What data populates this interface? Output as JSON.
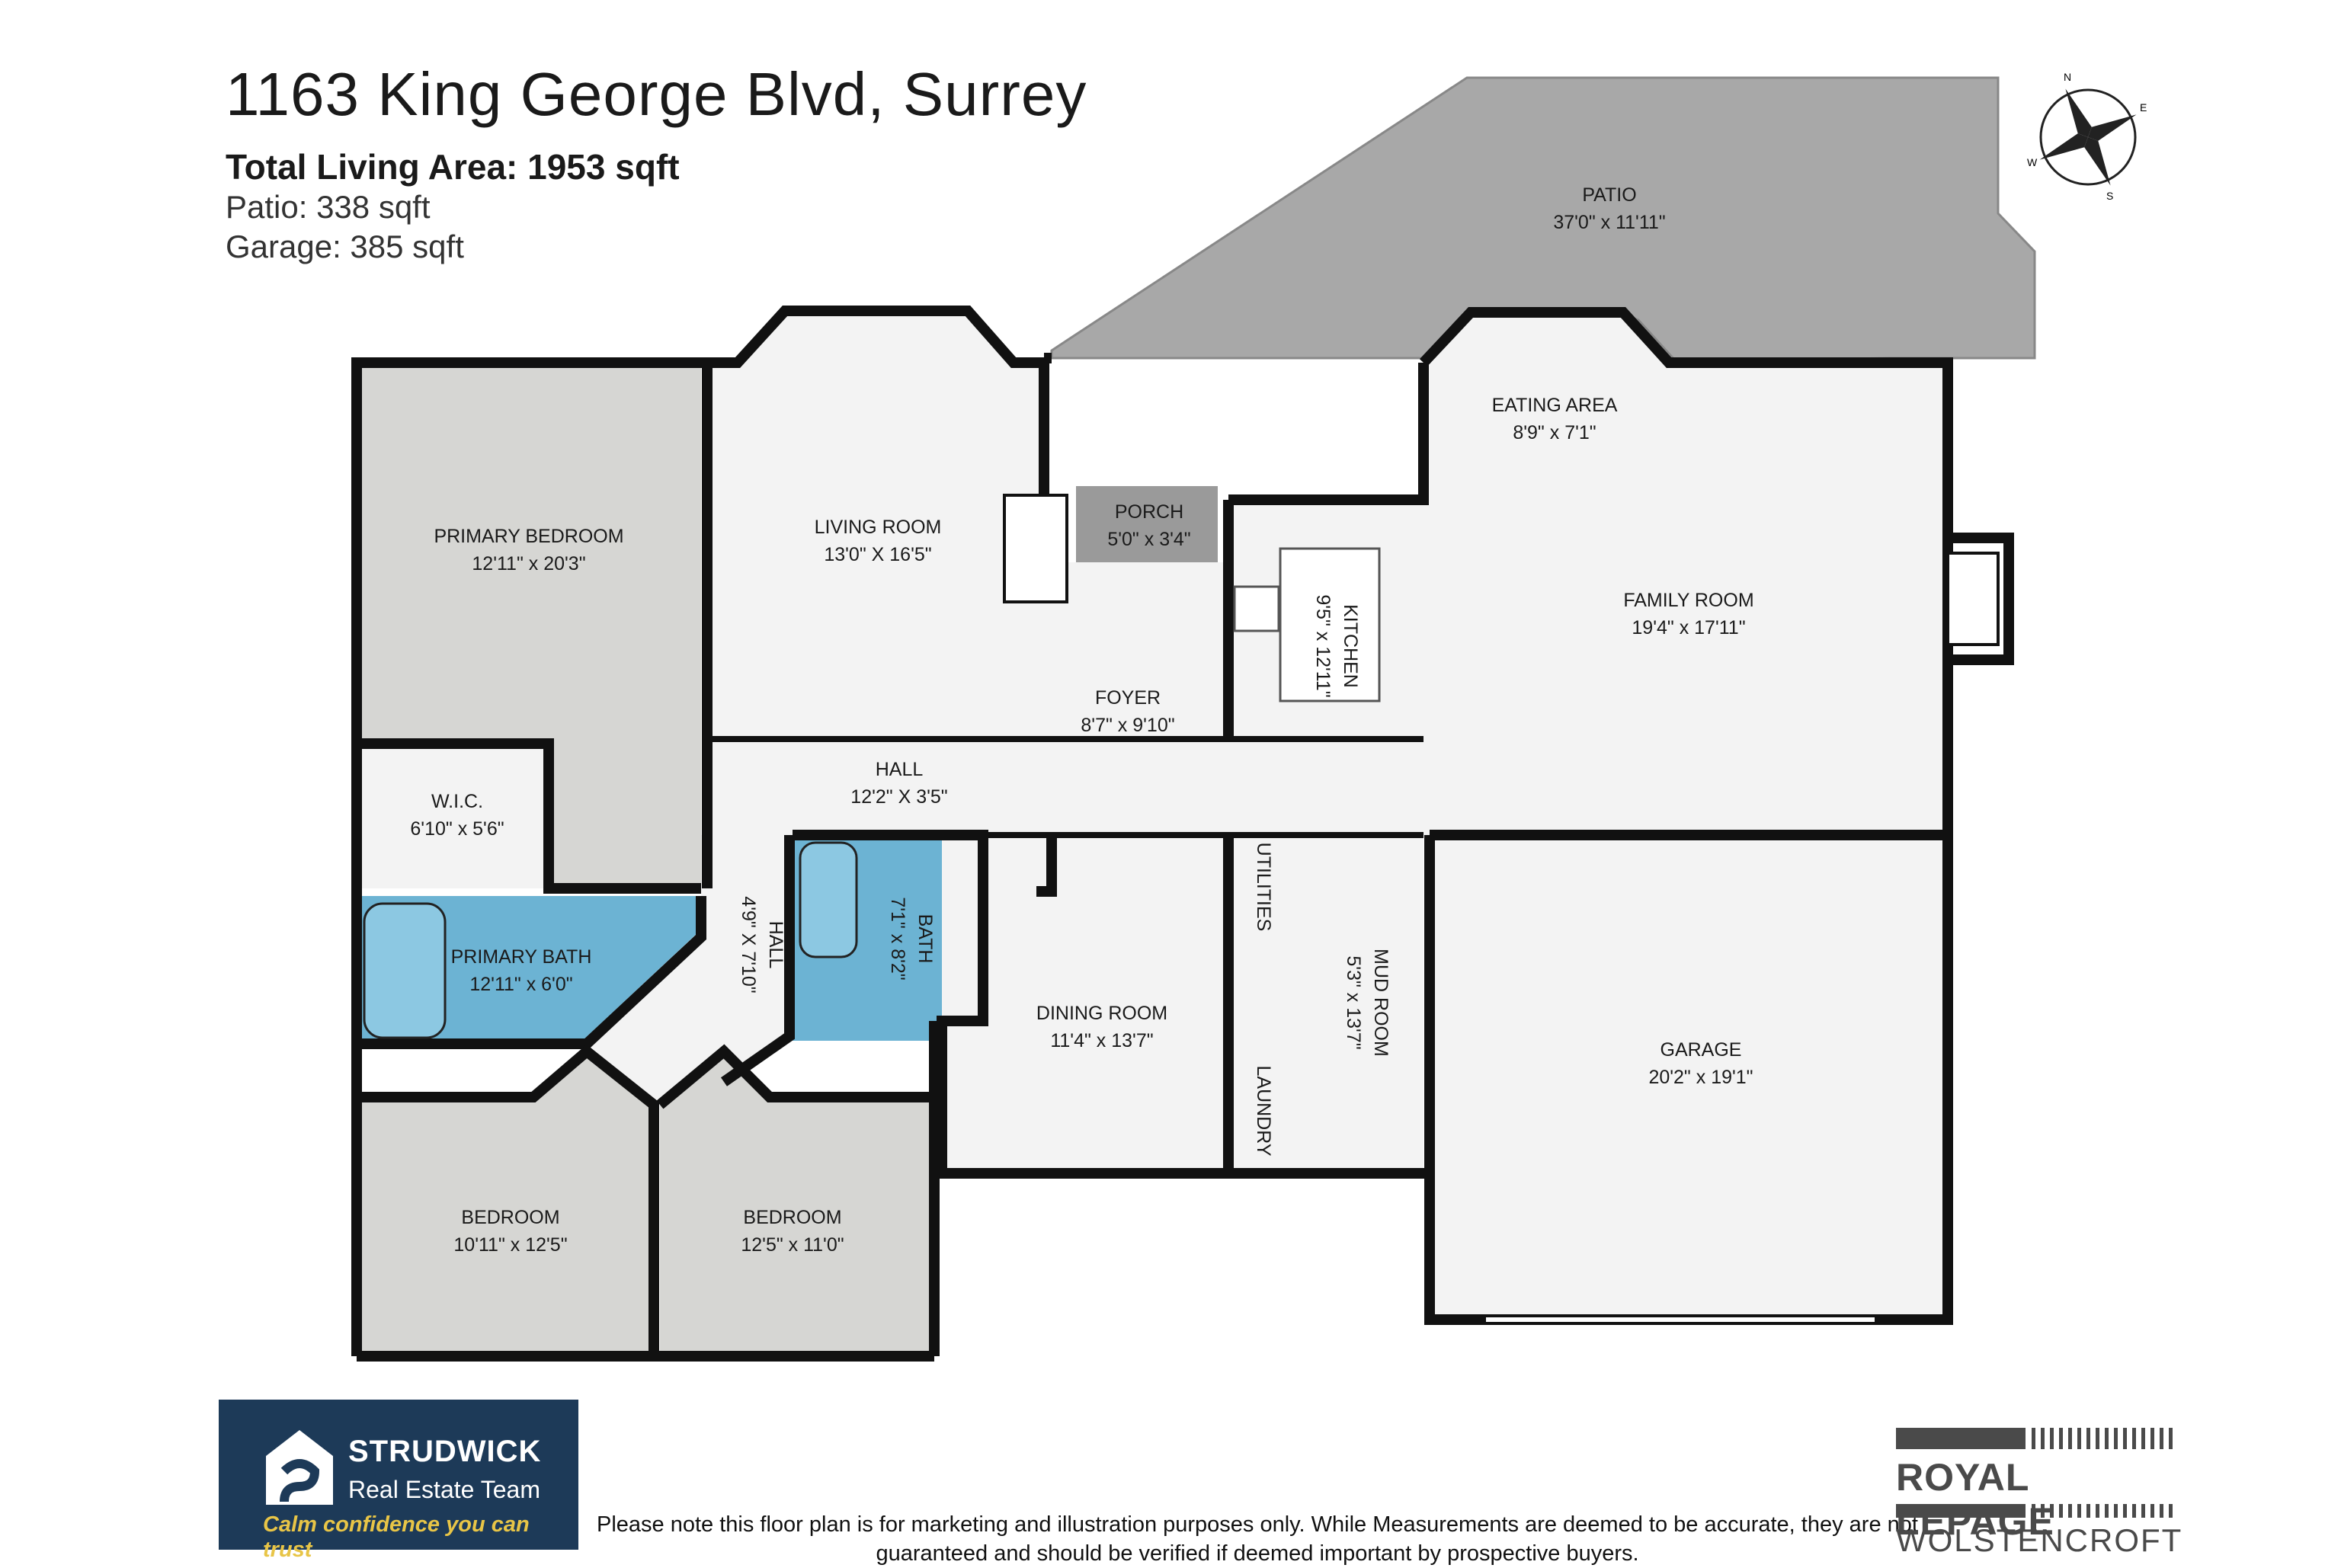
{
  "header": {
    "address": "1163 King George Blvd, Surrey",
    "total_area": "Total Living Area: 1953 sqft",
    "patio_area": "Patio: 338 sqft",
    "garage_area": "Garage: 385 sqft"
  },
  "compass": {
    "n": "N",
    "e": "E",
    "s": "S",
    "w": "W"
  },
  "rooms": {
    "patio": {
      "name": "PATIO",
      "dims": "37'0\" x 11'11\""
    },
    "primary_bedroom": {
      "name": "PRIMARY BEDROOM",
      "dims": "12'11\" x 20'3\""
    },
    "living_room": {
      "name": "LIVING ROOM",
      "dims": "13'0\" X 16'5\""
    },
    "porch": {
      "name": "PORCH",
      "dims": "5'0\" x 3'4\""
    },
    "kitchen": {
      "name": "KITCHEN",
      "dims": "9'5\" x 12'11\""
    },
    "eating_area": {
      "name": "EATING AREA",
      "dims": "8'9\" x 7'1\""
    },
    "family_room": {
      "name": "FAMILY ROOM",
      "dims": "19'4\" x 17'11\""
    },
    "foyer": {
      "name": "FOYER",
      "dims": "8'7\" x 9'10\""
    },
    "hall_main": {
      "name": "HALL",
      "dims": "12'2\" X 3'5\""
    },
    "wic": {
      "name": "W.I.C.",
      "dims": "6'10\" x 5'6\""
    },
    "hall_side": {
      "name": "HALL",
      "dims": "4'9\" X 7'10\""
    },
    "bath": {
      "name": "BATH",
      "dims": "7'1\" x 8'2\""
    },
    "primary_bath": {
      "name": "PRIMARY BATH",
      "dims": "12'11\" x 6'0\""
    },
    "utilities": {
      "name": "UTILITIES"
    },
    "mud_room": {
      "name": "MUD ROOM",
      "dims": "5'3\" x 13'7\""
    },
    "laundry": {
      "name": "LAUNDRY"
    },
    "dining_room": {
      "name": "DINING ROOM",
      "dims": "11'4\" x 13'7\""
    },
    "garage": {
      "name": "GARAGE",
      "dims": "20'2\" x 19'1\""
    },
    "bedroom_left": {
      "name": "BEDROOM",
      "dims": "10'11\" x 12'5\""
    },
    "bedroom_right": {
      "name": "BEDROOM",
      "dims": "12'5\" x 11'0\""
    }
  },
  "branding": {
    "team_name": "STRUDWICK",
    "team_sub": "Real Estate Team",
    "tagline": "Calm confidence you can trust",
    "brokerage": "ROYAL LEPAGE",
    "office": "WOLSTENCROFT"
  },
  "disclaimer": "Please note this floor plan is for marketing and illustration purposes only. While Measurements are deemed to be accurate, they are not guaranteed and should be verified if deemed important by prospective buyers.",
  "colors": {
    "wall": "#111111",
    "room_fill": "#f3f3f3",
    "bedroom_fill": "#d6d6d3",
    "bath_fill": "#6cb3d3",
    "patio_fill": "#a8a8a8",
    "porch_fill": "#9a9a9a",
    "brand_navy": "#1d3a58",
    "brand_gold": "#e8c547"
  }
}
